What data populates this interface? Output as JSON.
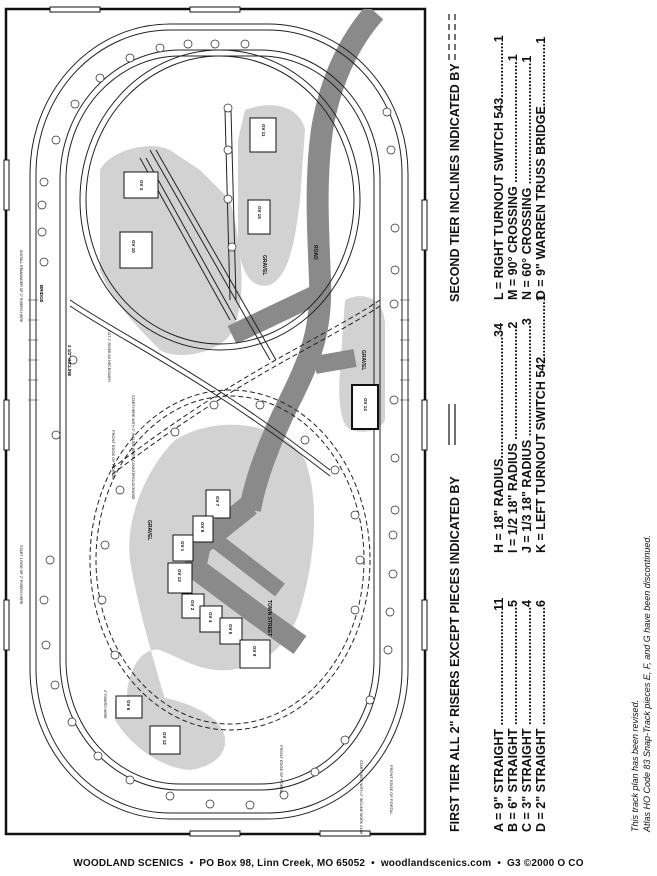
{
  "labels": {
    "road": "ROAD",
    "gravel": "GRAVEL",
    "town_street": "TOWN STREET",
    "bridge": "BRIDGE",
    "incline": "2 1/2\" INCLINE",
    "front_edge_portal_1": "FRONT EDGE OF PORTAL",
    "front_edge_portal_2": "FRONT EDGE OF PORTAL",
    "front_edge_portal_3": "FRONT EDGE OF PORTAL",
    "start_incline_1": "START HERE WITH 2\" INCLINE WORK COUNTERCLOCKWISE",
    "start_incline_2": "START HERE WITH 2\" INCLINE WORK CLOCKWISE",
    "cut_risers": "CUT 2\" RISER AS NECESSARY",
    "install_risers": "INSTALL REMAINDER OF 2\" RISERS HERE",
    "start_risers": "START 1 RISE OF 2\" RISERS HERE",
    "risers_here": "2\" RISERS HERE"
  },
  "buildings": {
    "gv11": "GV 11",
    "gv15": "GV 15",
    "gv14": "GV 14",
    "gv7": "GV 7",
    "gv8": "GV 8",
    "gv1": "GV 1",
    "gv13": "GV 13",
    "gv2": "GV 2",
    "gv4": "GV 4",
    "gv5": "GV 5",
    "gv9": "GV 9",
    "gv6": "GV 6",
    "gv12": "GV 12",
    "gv3": "GV 3",
    "gv10": "GV 10"
  },
  "legend": {
    "first_tier": "FIRST TIER ALL 2\" RISERS EXCEPT PIECES INDICATED BY",
    "second_tier": "SECOND TIER INCLINES INDICATED BY",
    "col1": [
      "A = 9\" STRAIGHT .................................11",
      "B = 6\" STRAIGHT ..................................5",
      "C = 3\" STRAIGHT ..................................4",
      "D = 2\" STRAIGHT ..................................6"
    ],
    "col2": [
      "H = 18\" RADIUS...................................34",
      "I = 1/2 18\" RADIUS ................................2",
      "J = 1/3 18\" RADIUS ................................3",
      "K = LEFT TURNOUT SWITCH 542................1"
    ],
    "col3": [
      "L = RIGHT TURNOUT SWITCH 543................1",
      "M = 90° CROSSING ...................................1",
      "N = 60° CROSSING ...................................1",
      "O = 9\" WARREN TRUSS BRIDGE..................1"
    ]
  },
  "notes": {
    "revised": "This track plan has been revised.",
    "discontinued": "Atlas HO Code 83 Snap-Track pieces E, F, and G have been discontinued."
  },
  "footer": {
    "brand": "WOODLAND SCENICS",
    "address": "PO Box 98, Linn Creek, MO 65052",
    "website": "woodlandscenics.com",
    "code": "G3 ©2000 O CO"
  }
}
